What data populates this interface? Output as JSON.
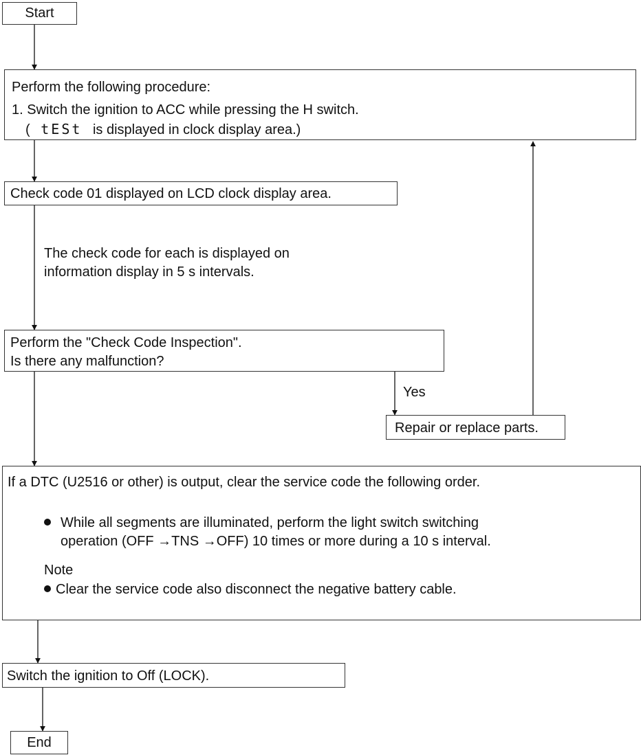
{
  "start": "Start",
  "end": "End",
  "step1": {
    "title": "Perform the following procedure:",
    "item1": "1. Switch the ignition to ACC while pressing the H switch.",
    "paren_open": "(",
    "display_code": "tESt",
    "paren_rest": "is displayed in clock display area.)"
  },
  "step2": "Check code 01 displayed on LCD clock display area.",
  "note_interval": {
    "line1": "The check code for each is displayed on",
    "line2": "information display in 5 s intervals."
  },
  "step3": {
    "line1": "Perform the \"Check Code Inspection\".",
    "line2": "Is there any malfunction?"
  },
  "yes_label": "Yes",
  "repair": "Repair or replace parts.",
  "step4": {
    "intro": "If a DTC (U2516 or other) is output, clear the service code the following order.",
    "bullet_line1": "While all segments are illuminated, perform the light switch switching",
    "bullet_line2": "operation (OFF →TNS →OFF) 10 times or more during a 10 s interval.",
    "note_heading": "Note",
    "note_bullet": "Clear the service code also disconnect the negative battery cable."
  },
  "step5": "Switch the ignition to Off (LOCK)."
}
